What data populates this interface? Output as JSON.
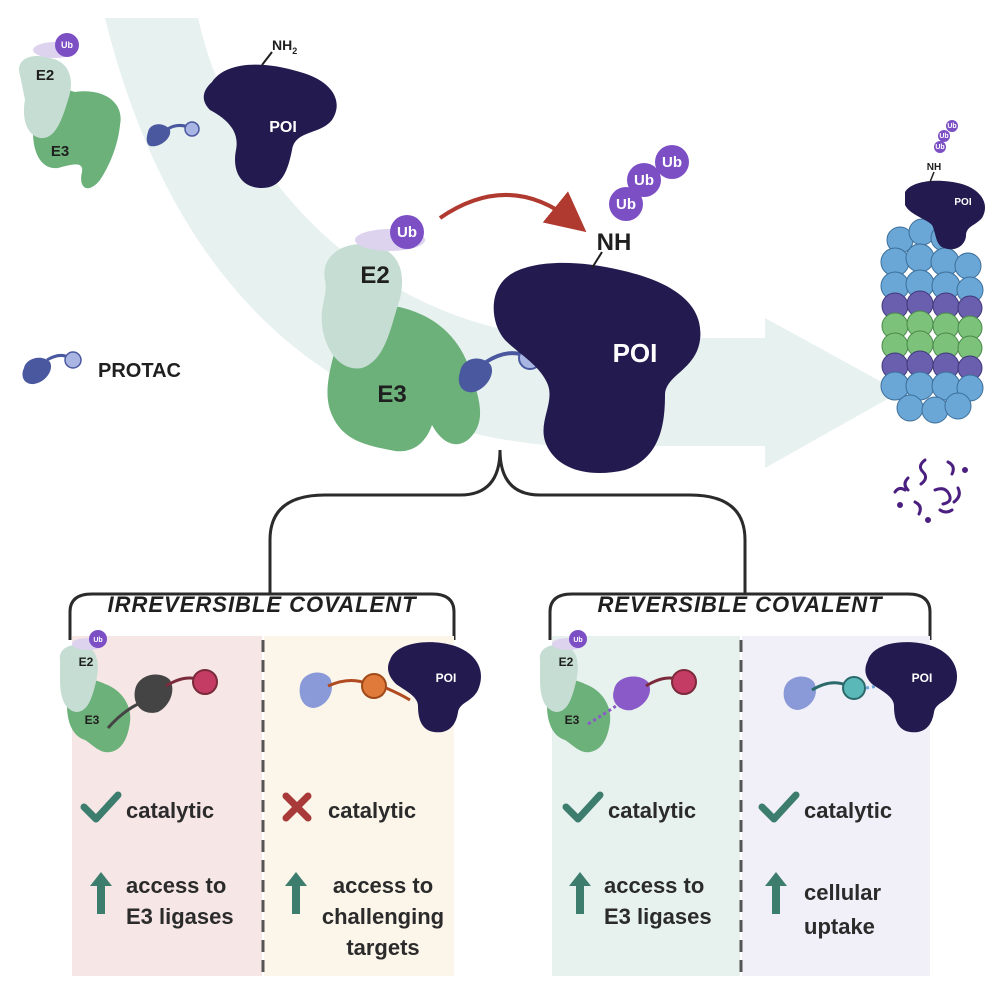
{
  "labels": {
    "ub": "Ub",
    "e2": "E2",
    "e3": "E3",
    "poi": "POI",
    "nh2": "NH",
    "nh2_subscript": "2",
    "nh": "NH",
    "protac": "PROTAC"
  },
  "panels": {
    "irreversible": {
      "title": "IRREVERSIBLE COVALENT",
      "left": {
        "catalytic": "catalytic",
        "access_line1": "access to",
        "access_line2": "E3 ligases"
      },
      "right": {
        "catalytic": "catalytic",
        "access_line1": "access to",
        "access_line2": "challenging",
        "access_line3": "targets"
      }
    },
    "reversible": {
      "title": "REVERSIBLE COVALENT",
      "left": {
        "catalytic": "catalytic",
        "access_line1": "access to",
        "access_line2": "E3 ligases"
      },
      "right": {
        "catalytic": "catalytic",
        "uptake_line1": "cellular",
        "uptake_line2": "uptake"
      }
    }
  },
  "colors": {
    "poi": "#231a4f",
    "e3": "#6cb07a",
    "e2": "#c5ddd3",
    "ub": "#7c4fc4",
    "protac": "#4a58a0",
    "check": "#3d7d6e",
    "cross": "#a83a3a",
    "arrow_up": "#3d7d6e",
    "red_arrow": "#b03a30",
    "flow_arrow": "#e3eeec",
    "panel_pink": "#f6e6e5",
    "panel_cream": "#fbf5ea",
    "panel_mint": "#e7f1ee",
    "panel_lavender": "#f1eff8",
    "proteasome_blue": "#6aa7d6",
    "proteasome_purple": "#6a5fae",
    "proteasome_green": "#7cc27a"
  }
}
